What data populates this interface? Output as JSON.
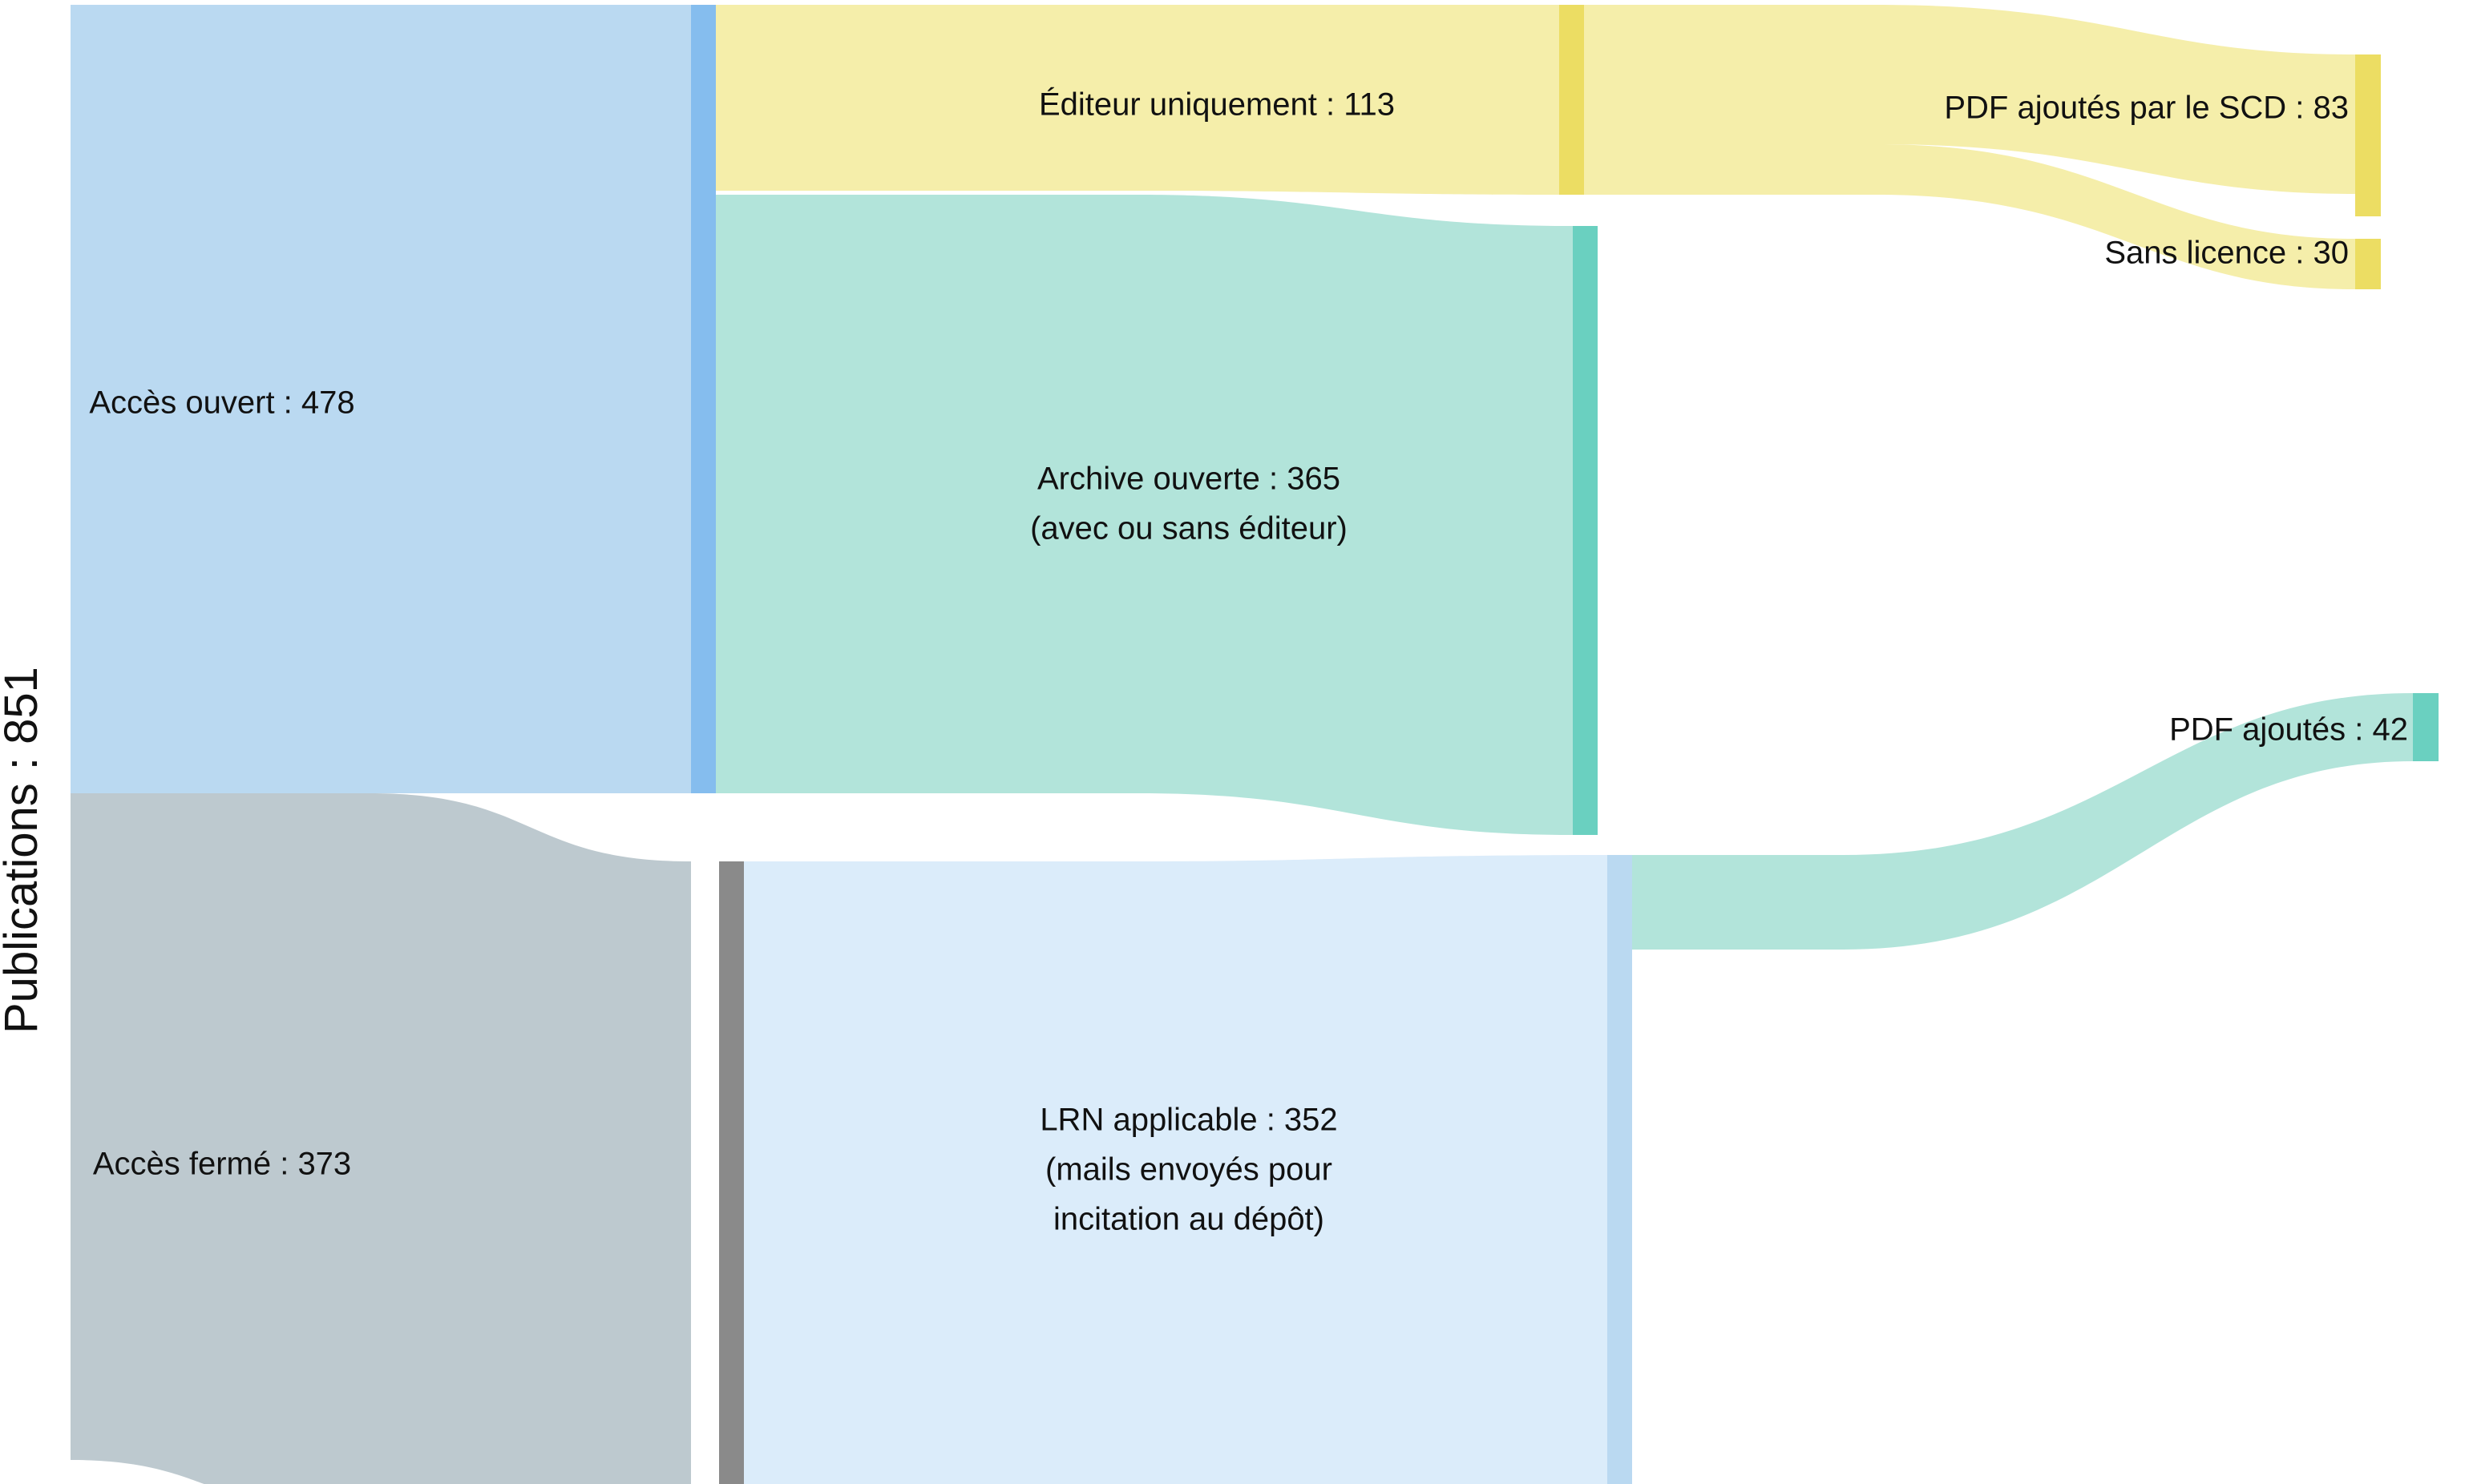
{
  "diagram": {
    "type": "sankey",
    "title_label": "Publications : 851",
    "root": {
      "name": "Publications",
      "value": 851,
      "label": "Publications : 851"
    },
    "colors": {
      "open_access_flow": "#bad9f1",
      "open_access_node": "#85bdee",
      "closed_access_flow": "#bdc9cf",
      "closed_access_node": "#8a8a8a",
      "publisher_flow": "#f5eeaa",
      "publisher_node": "#ecdd63",
      "repository_flow": "#b2e4da",
      "repository_node": "#6ad0c0",
      "lrn_flow": "#dbecfa",
      "lrn_node": "#bad9f1",
      "text": "#111111",
      "background": "#ffffff"
    },
    "nodes": [
      {
        "id": "publications",
        "label": "Publications : 851",
        "name": "Publications",
        "value": 851,
        "column": 0
      },
      {
        "id": "acces-ouvert",
        "label": "Accès ouvert : 478",
        "name": "Accès ouvert",
        "value": 478,
        "column": 1
      },
      {
        "id": "acces-ferme",
        "label": "Accès fermé : 373",
        "name": "Accès fermé",
        "value": 373,
        "column": 1
      },
      {
        "id": "editeur-uniquement",
        "label": "Éditeur uniquement : 113",
        "name": "Éditeur uniquement",
        "value": 113,
        "column": 2
      },
      {
        "id": "archive-ouverte",
        "label": "Archive ouverte : 365",
        "sublabel": "(avec ou sans éditeur)",
        "name": "Archive ouverte",
        "value": 365,
        "column": 2
      },
      {
        "id": "lrn-applicable",
        "label": "LRN applicable : 352",
        "sublabel_1": "(mails envoyés pour",
        "sublabel_2": "incitation au dépôt)",
        "name": "LRN applicable",
        "value": 352,
        "column": 2
      },
      {
        "id": "pdf-scd",
        "label": "PDF ajoutés par le SCD : 83",
        "name": "PDF ajoutés par le SCD",
        "value": 83,
        "column": 3
      },
      {
        "id": "sans-licence",
        "label": "Sans licence : 30",
        "name": "Sans licence",
        "value": 30,
        "column": 3
      },
      {
        "id": "pdf-ajoutes",
        "label": "PDF ajoutés : 42",
        "name": "PDF ajoutés",
        "value": 42,
        "column": 3
      }
    ],
    "links": [
      {
        "source": "publications",
        "target": "acces-ouvert",
        "value": 478,
        "color_key": "open_access_flow"
      },
      {
        "source": "publications",
        "target": "acces-ferme",
        "value": 373,
        "color_key": "closed_access_flow"
      },
      {
        "source": "acces-ouvert",
        "target": "editeur-uniquement",
        "value": 113,
        "color_key": "publisher_flow"
      },
      {
        "source": "acces-ouvert",
        "target": "archive-ouverte",
        "value": 365,
        "color_key": "repository_flow"
      },
      {
        "source": "acces-ferme",
        "target": "lrn-applicable",
        "value": 352,
        "color_key": "lrn_flow"
      },
      {
        "source": "editeur-uniquement",
        "target": "pdf-scd",
        "value": 83,
        "color_key": "publisher_flow"
      },
      {
        "source": "editeur-uniquement",
        "target": "sans-licence",
        "value": 30,
        "color_key": "publisher_flow"
      },
      {
        "source": "lrn-applicable",
        "target": "pdf-ajoutes",
        "value": 42,
        "color_key": "repository_flow"
      }
    ]
  },
  "chart_data": {
    "type": "sankey",
    "title": "Publications : 851",
    "categories": [
      "Publications",
      "Accès ouvert",
      "Accès fermé",
      "Éditeur uniquement",
      "Archive ouverte",
      "LRN applicable",
      "PDF ajoutés par le SCD",
      "Sans licence",
      "PDF ajoutés"
    ],
    "values": [
      851,
      478,
      373,
      113,
      365,
      352,
      83,
      30,
      42
    ],
    "flows": [
      {
        "from": "Publications",
        "to": "Accès ouvert",
        "value": 478
      },
      {
        "from": "Publications",
        "to": "Accès fermé",
        "value": 373
      },
      {
        "from": "Accès ouvert",
        "to": "Éditeur uniquement",
        "value": 113
      },
      {
        "from": "Accès ouvert",
        "to": "Archive ouverte",
        "value": 365
      },
      {
        "from": "Accès fermé",
        "to": "LRN applicable",
        "value": 352
      },
      {
        "from": "Éditeur uniquement",
        "to": "PDF ajoutés par le SCD",
        "value": 83
      },
      {
        "from": "Éditeur uniquement",
        "to": "Sans licence",
        "value": 30
      },
      {
        "from": "LRN applicable",
        "to": "PDF ajoutés",
        "value": 42
      }
    ],
    "xlabel": "",
    "ylabel": "",
    "legend": [],
    "grid": false
  },
  "labels": {
    "publications": "Publications : 851",
    "acces_ouvert": "Accès ouvert : 478",
    "acces_ferme": "Accès fermé : 373",
    "editeur_uniquement": "Éditeur uniquement : 113",
    "archive_ouverte_line1": "Archive ouverte : 365",
    "archive_ouverte_line2": "(avec ou sans éditeur)",
    "lrn_line1": "LRN applicable : 352",
    "lrn_line2": "(mails envoyés pour",
    "lrn_line3": "incitation au dépôt)",
    "pdf_scd": "PDF ajoutés par le SCD : 83",
    "sans_licence": "Sans licence : 30",
    "pdf_ajoutes": "PDF ajoutés : 42"
  }
}
